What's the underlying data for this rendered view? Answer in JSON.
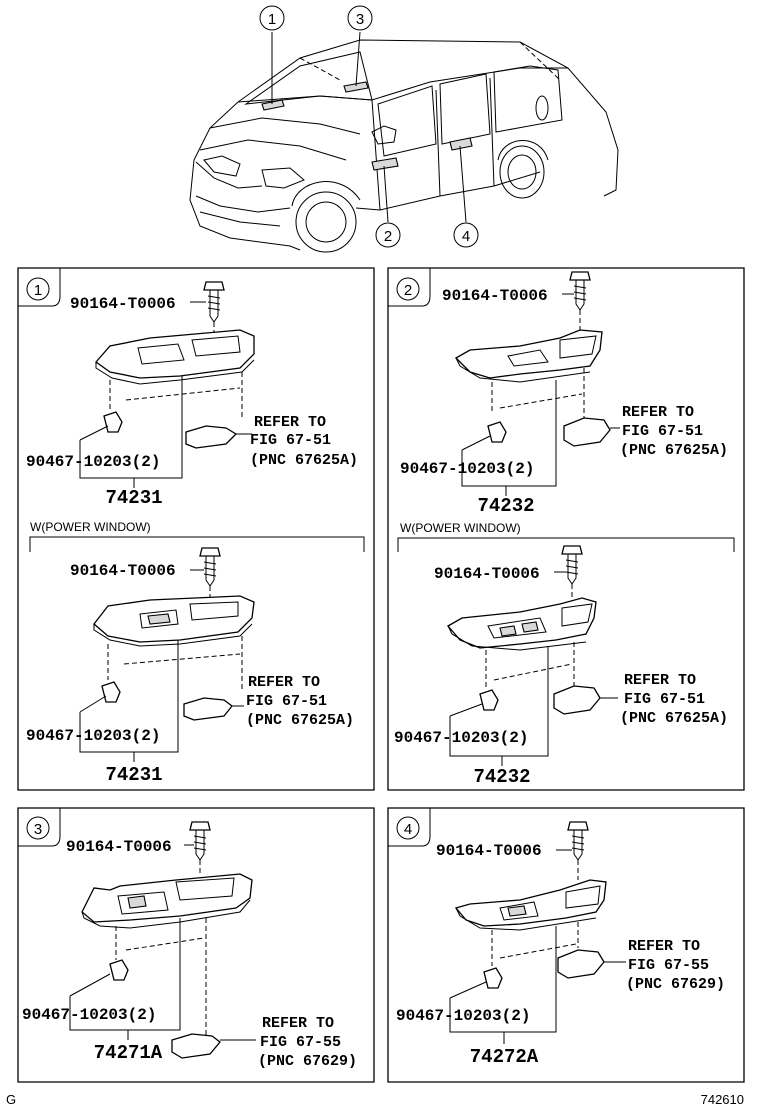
{
  "callouts": [
    "1",
    "2",
    "3",
    "4"
  ],
  "panels": [
    {
      "number": "1",
      "sections": [
        {
          "screw": "90164-T0006",
          "clip": "90467-10203(2)",
          "part": "74231",
          "refer": [
            "REFER TO",
            "FIG 67-51",
            "(PNC 67625A)"
          ]
        },
        {
          "variant": "W(POWER WINDOW)",
          "screw": "90164-T0006",
          "clip": "90467-10203(2)",
          "part": "74231",
          "refer": [
            "REFER TO",
            "FIG 67-51",
            "(PNC 67625A)"
          ]
        }
      ]
    },
    {
      "number": "2",
      "sections": [
        {
          "screw": "90164-T0006",
          "clip": "90467-10203(2)",
          "part": "74232",
          "refer": [
            "REFER TO",
            "FIG 67-51",
            "(PNC 67625A)"
          ]
        },
        {
          "variant": "W(POWER WINDOW)",
          "screw": "90164-T0006",
          "clip": "90467-10203(2)",
          "part": "74232",
          "refer": [
            "REFER TO",
            "FIG 67-51",
            "(PNC 67625A)"
          ]
        }
      ]
    },
    {
      "number": "3",
      "sections": [
        {
          "screw": "90164-T0006",
          "clip": "90467-10203(2)",
          "part": "74271A",
          "refer": [
            "REFER TO",
            "FIG 67-55",
            "(PNC 67629)"
          ]
        }
      ]
    },
    {
      "number": "4",
      "sections": [
        {
          "screw": "90164-T0006",
          "clip": "90467-10203(2)",
          "part": "74272A",
          "refer": [
            "REFER TO",
            "FIG 67-55",
            "(PNC 67629)"
          ]
        }
      ]
    }
  ],
  "footer": {
    "left": "G",
    "right": "742610"
  }
}
